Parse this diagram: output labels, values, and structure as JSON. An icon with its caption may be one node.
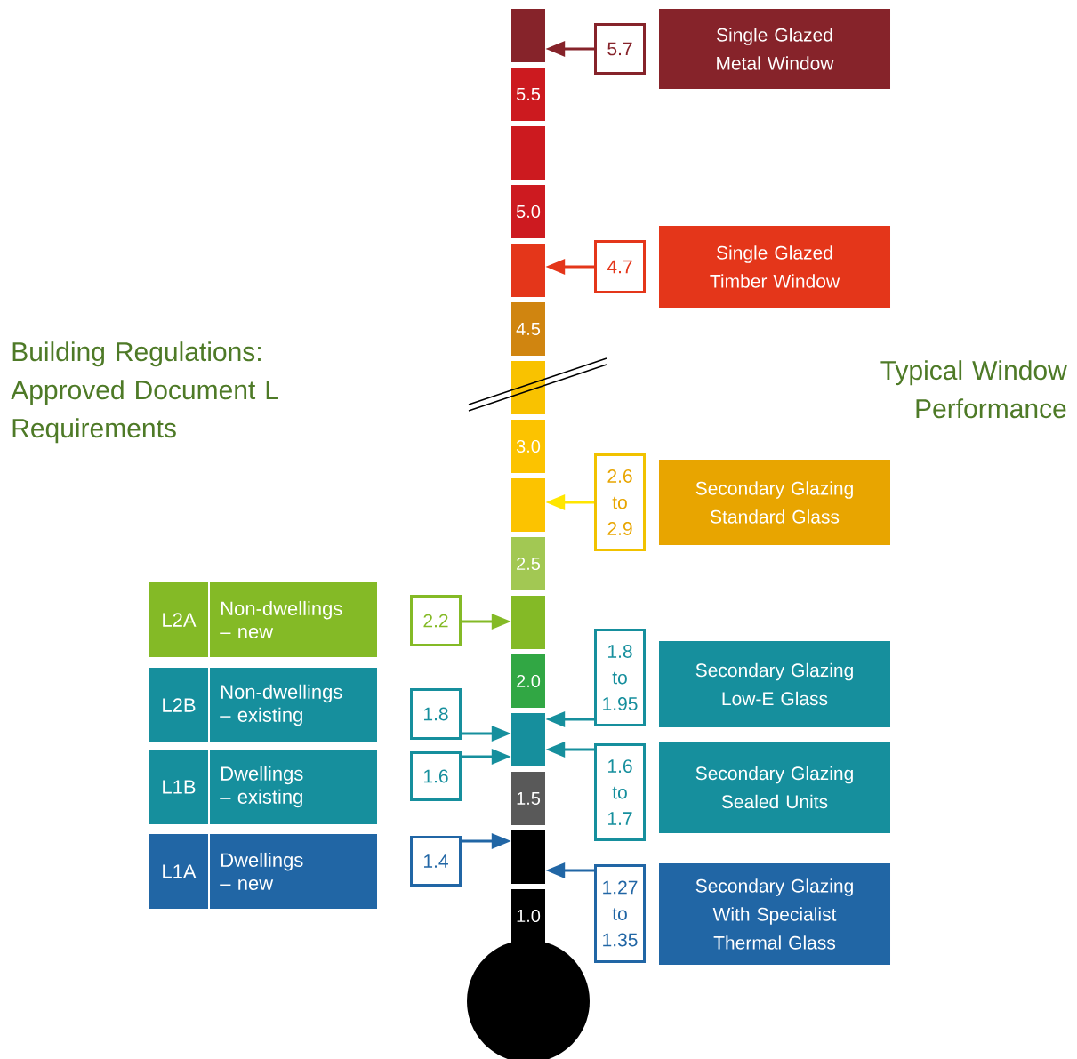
{
  "diagram": {
    "nodes": [
      {
        "text": [],
        "shape": "bar"
      },
      {
        "text": [
          "5.5"
        ]
      },
      {
        "text": [],
        "shape": "bar"
      },
      {
        "text": [
          "5.0"
        ]
      },
      {
        "text": [],
        "shape": "bar"
      },
      {
        "text": [
          "4.5"
        ]
      },
      {
        "text": [],
        "shape": "bar"
      },
      {
        "text": [
          "3.0"
        ]
      },
      {
        "text": [],
        "shape": "bar"
      },
      {
        "text": [
          "2.5"
        ]
      },
      {
        "text": [],
        "shape": "bar"
      },
      {
        "text": [
          "2.0"
        ]
      },
      {
        "text": [],
        "shape": "bar"
      },
      {
        "text": [
          "1.5"
        ]
      },
      {
        "text": [],
        "shape": "bar"
      },
      {
        "text": [
          "1.0"
        ]
      },
      {
        "text": [
          "5.7"
        ]
      },
      {
        "text": [
          "Single Glazed Metal Window"
        ]
      },
      {
        "text": [
          "4.7"
        ]
      },
      {
        "text": [
          "Single Glazed Timber Window"
        ]
      },
      {
        "text": [
          "2.6 to 2.9"
        ]
      },
      {
        "text": [
          "Secondary Glazing Standard Glass"
        ]
      },
      {
        "text": [
          "1.8 to 1.95"
        ]
      },
      {
        "text": [
          "Secondary Glazing Low-E Glass"
        ]
      },
      {
        "text": [
          "1.6 to 1.7"
        ]
      },
      {
        "text": [
          "Secondary Glazing Sealed Units"
        ]
      },
      {
        "text": [
          "1.27 to 1.35"
        ]
      },
      {
        "text": [
          "Secondary Glazing With Specialist Thermal Glass"
        ]
      },
      {
        "text": [
          "L2A",
          "Non-dwellings – new"
        ]
      },
      {
        "text": [
          "2.2"
        ]
      },
      {
        "text": [
          "L2B",
          "Non-dwellings – existing"
        ]
      },
      {
        "text": [
          "1.8"
        ]
      },
      {
        "text": [
          "L1B",
          "Dwellings – existing"
        ]
      },
      {
        "text": [
          "1.6"
        ]
      },
      {
        "text": [
          "L1A",
          "Dwellings – new"
        ]
      },
      {
        "text": [
          "1.4"
        ]
      }
    ],
    "edges": [
      {
        "from": 16,
        "to": 0,
        "arrow": "to",
        "color": "#86232a"
      },
      {
        "from": 18,
        "to": 4,
        "arrow": "to",
        "color": "#e4361a"
      },
      {
        "from": 20,
        "to": 8,
        "arrow": "to",
        "color": "#ffe600"
      },
      {
        "from": 22,
        "to": 12,
        "arrow": "to",
        "color": "#168f9d"
      },
      {
        "from": 24,
        "to": 12,
        "arrow": "to",
        "color": "#168f9d"
      },
      {
        "from": 26,
        "to": 14,
        "arrow": "to",
        "color": "#2166a5"
      },
      {
        "from": 29,
        "to": 10,
        "arrow": "to",
        "color": "#84ba26"
      },
      {
        "from": 31,
        "to": 12,
        "arrow": "to",
        "color": "#168f9d"
      },
      {
        "from": 33,
        "to": 12,
        "arrow": "to",
        "color": "#168f9d"
      },
      {
        "from": 35,
        "to": 14,
        "arrow": "to",
        "color": "#2166a5"
      }
    ],
    "labels": [
      "Building Regulations: Approved Document L Requirements",
      "Typical Window Performance"
    ]
  }
}
